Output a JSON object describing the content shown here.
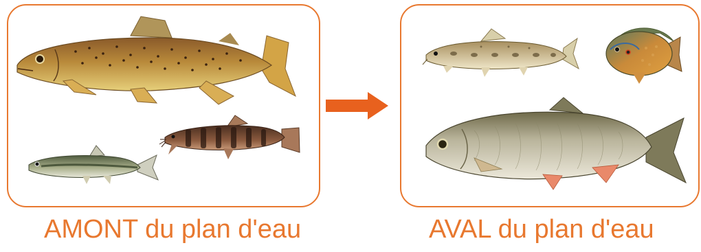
{
  "panels": {
    "upstream": {
      "label": "AMONT du plan d'eau",
      "fish": [
        "brown-trout",
        "stone-loach",
        "minnow"
      ]
    },
    "downstream": {
      "label": "AVAL du plan d'eau",
      "fish": [
        "gudgeon",
        "pumpkinseed-sunfish",
        "chub"
      ]
    }
  },
  "colors": {
    "accent": "#e8782f"
  }
}
